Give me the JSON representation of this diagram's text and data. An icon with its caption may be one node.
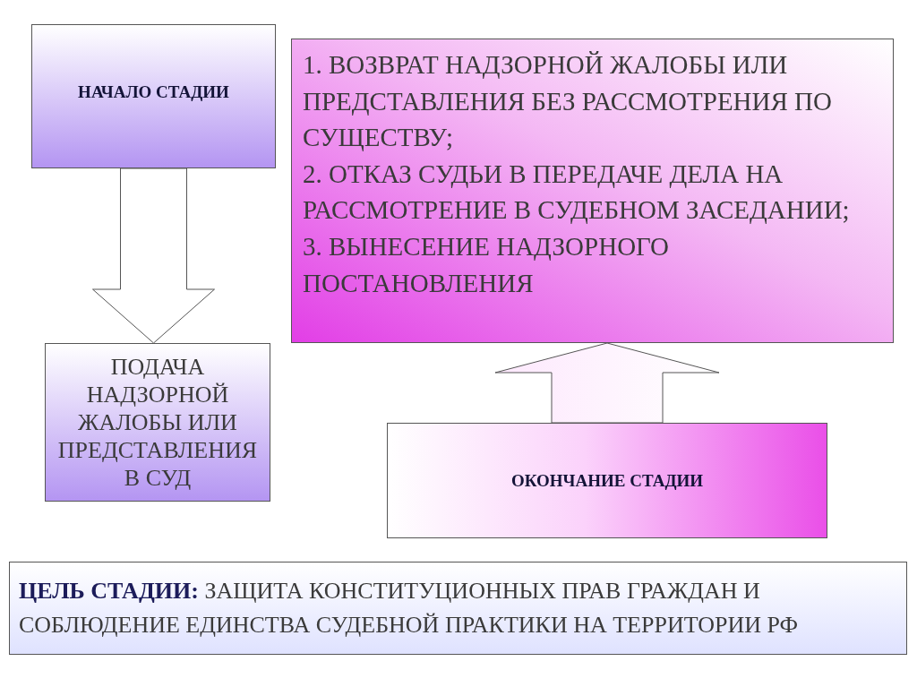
{
  "diagram": {
    "nodes": [
      {
        "text": [
          "НАЧАЛО СТАДИИ"
        ]
      },
      {
        "text": [
          "1. ВОЗВРАТ НАДЗОРНОЙ ЖАЛОБЫ ИЛИ ПРЕДСТАВЛЕНИЯ БЕЗ РАССМОТРЕНИЯ ПО СУЩЕСТВУ;",
          "2. ОТКАЗ СУДЬИ В ПЕРЕДАЧЕ ДЕЛА НА РАССМОТРЕНИЕ В СУДЕБНОМ ЗАСЕДАНИИ;",
          "3. ВЫНЕСЕНИЕ НАДЗОРНОГО ПОСТАНОВЛЕНИЯ"
        ]
      },
      {
        "text": [
          "ПОДАЧА НАДЗОРНОЙ ЖАЛОБЫ ИЛИ ПРЕДСТАВЛЕНИЯ В СУД"
        ]
      },
      {
        "text": [
          "ОКОНЧАНИЕ СТАДИИ"
        ]
      },
      {
        "text": [
          "**ЦЕЛЬ СТАДИИ:** ЗАЩИТА КОНСТИТУЦИОННЫХ ПРАВ ГРАЖДАН И СОБЛЮДЕНИЕ ЕДИНСТВА СУДЕБНОЙ ПРАКТИКИ НА ТЕРРИТОРИИ РФ"
        ]
      }
    ],
    "edges": [
      {
        "from": 0,
        "to": 2,
        "arrow": "to"
      },
      {
        "from": 3,
        "to": 1,
        "arrow": "to"
      }
    ]
  }
}
